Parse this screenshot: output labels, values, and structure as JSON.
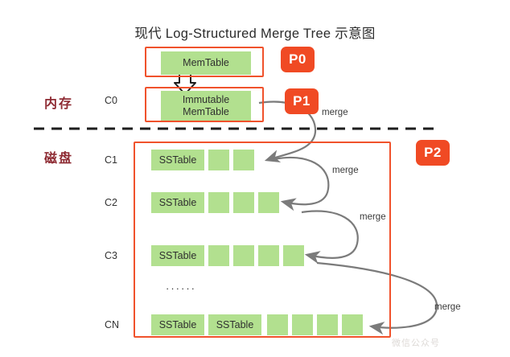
{
  "diagram": {
    "title": "现代 Log-Structured Merge Tree 示意图",
    "watermark": "微信公众号"
  },
  "sections": {
    "memory_label": "内存",
    "disk_label": "磁盘"
  },
  "levels": {
    "c0": "C0",
    "c1": "C1",
    "c2": "C2",
    "c3": "C3",
    "cn": "CN",
    "ellipsis": "······"
  },
  "memory": {
    "memtable_label": "MemTable",
    "immutable_line1": "Immutable",
    "immutable_line2": "MemTable"
  },
  "disk_rows": [
    {
      "level": "C1",
      "labeled": [
        "SSTable"
      ],
      "blanks": 2
    },
    {
      "level": "C2",
      "labeled": [
        "SSTable"
      ],
      "blanks": 3
    },
    {
      "level": "C3",
      "labeled": [
        "SSTable"
      ],
      "blanks": 4
    },
    {
      "level": "CN",
      "labeled": [
        "SSTable",
        "SSTable"
      ],
      "blanks": 4
    }
  ],
  "sstable_label": "SSTable",
  "badges": {
    "p0": "P0",
    "p1": "P1",
    "p2": "P2"
  },
  "merge_labels": {
    "m1": "merge",
    "m2": "merge",
    "m3": "merge",
    "m4": "merge"
  },
  "colors": {
    "accent_orange": "#f0522c",
    "badge_orange": "#f04a24",
    "block_green": "#b2e08f",
    "label_red": "#8e2b33",
    "arrow_gray": "#7b7b7b"
  }
}
